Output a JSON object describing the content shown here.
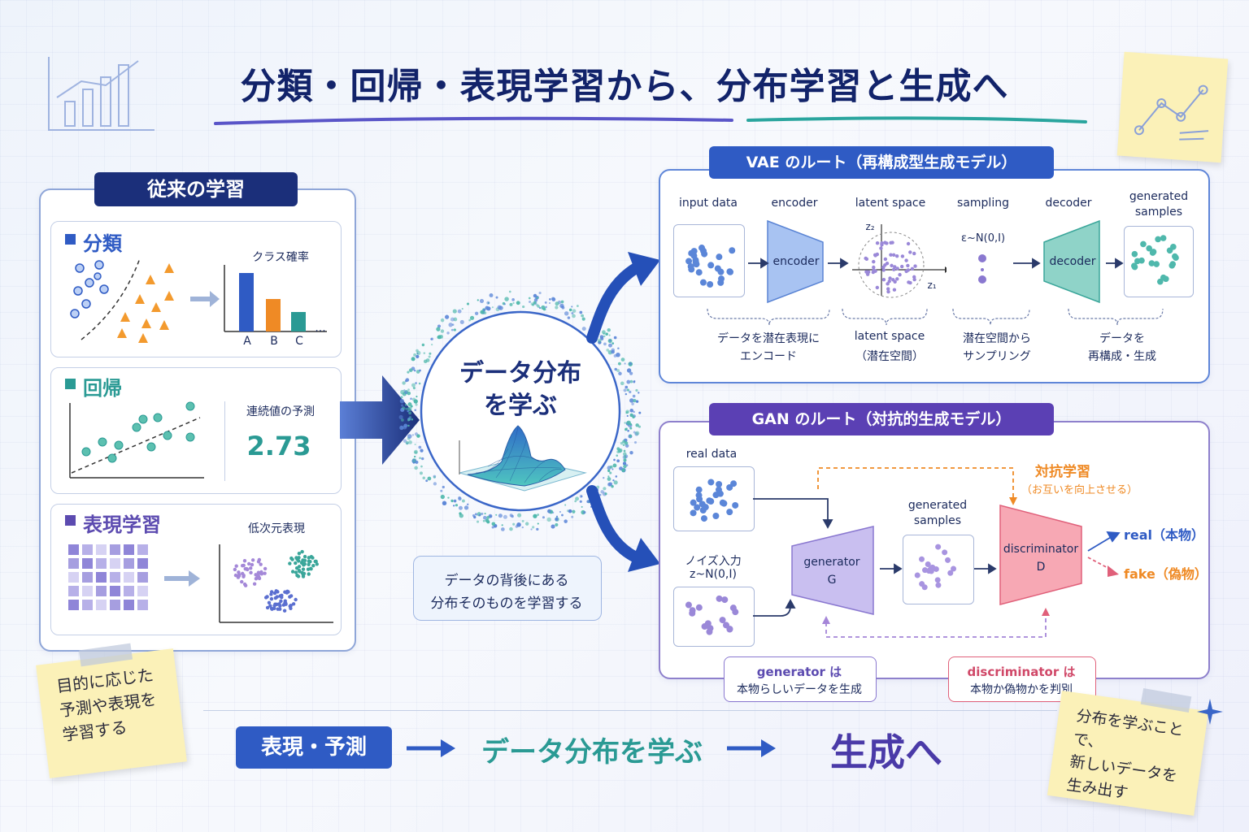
{
  "title": "分類・回帰・表現学習から、分布学習と生成へ",
  "left": {
    "header": "従来の学習",
    "classification": {
      "title": "分類",
      "chart_label": "クラス確率",
      "classes": [
        "A",
        "B",
        "C",
        "..."
      ]
    },
    "regression": {
      "title": "回帰",
      "label": "連続値の予測",
      "value": "2.73"
    },
    "representation": {
      "title": "表現学習",
      "label": "低次元表現"
    }
  },
  "center": {
    "circle_text_1": "データ分布",
    "circle_text_2": "を学ぶ",
    "caption_1": "データの背後にある",
    "caption_2": "分布そのものを学習する"
  },
  "vae": {
    "header": "VAE のルート（再構成型生成モデル）",
    "labels": {
      "input": "input data",
      "encoder": "encoder",
      "latent": "latent space",
      "sampling": "sampling",
      "decoder": "decoder",
      "generated_1": "generated",
      "generated_2": "samples"
    },
    "encoder_box": "encoder",
    "decoder_box": "decoder",
    "sampling_formula": "ε~N(0,I)",
    "axis_z1": "z₁",
    "axis_z2": "z₂",
    "captions": {
      "c1_1": "データを潜在表現に",
      "c1_2": "エンコード",
      "c2_1": "latent space",
      "c2_2": "（潜在空間）",
      "c3_1": "潜在空間から",
      "c3_2": "サンプリング",
      "c4_1": "データを",
      "c4_2": "再構成・生成"
    }
  },
  "gan": {
    "header": "GAN のルート（対抗的生成モデル）",
    "real_data": "real data",
    "noise_1": "ノイズ入力",
    "noise_2": "z~N(0,I)",
    "generator_1": "generator",
    "generator_2": "G",
    "generated_1": "generated",
    "generated_2": "samples",
    "discriminator_1": "discriminator",
    "discriminator_2": "D",
    "adversarial_1": "対抗学習",
    "adversarial_2": "（お互いを向上させる）",
    "real_out": "real（本物）",
    "fake_out": "fake（偽物）",
    "gen_note_1": "generator は",
    "gen_note_2": "本物らしいデータを生成",
    "disc_note_1": "discriminator は",
    "disc_note_2": "本物か偽物かを判別"
  },
  "bottom": {
    "step1": "表現・予測",
    "step2": "データ分布を学ぶ",
    "step3": "生成へ"
  },
  "notes": {
    "left_1": "目的に応じた",
    "left_2": "予測や表現を",
    "left_3": "学習する",
    "right_1": "分布を学ぶことで、",
    "right_2": "新しいデータを",
    "right_3": "生み出す"
  },
  "colors": {
    "navy": "#1b2f7a",
    "blue": "#2f5bc4",
    "teal": "#2a9a94",
    "purple": "#5c4bb0",
    "orange": "#ef8a25",
    "pink": "#e0607a"
  }
}
